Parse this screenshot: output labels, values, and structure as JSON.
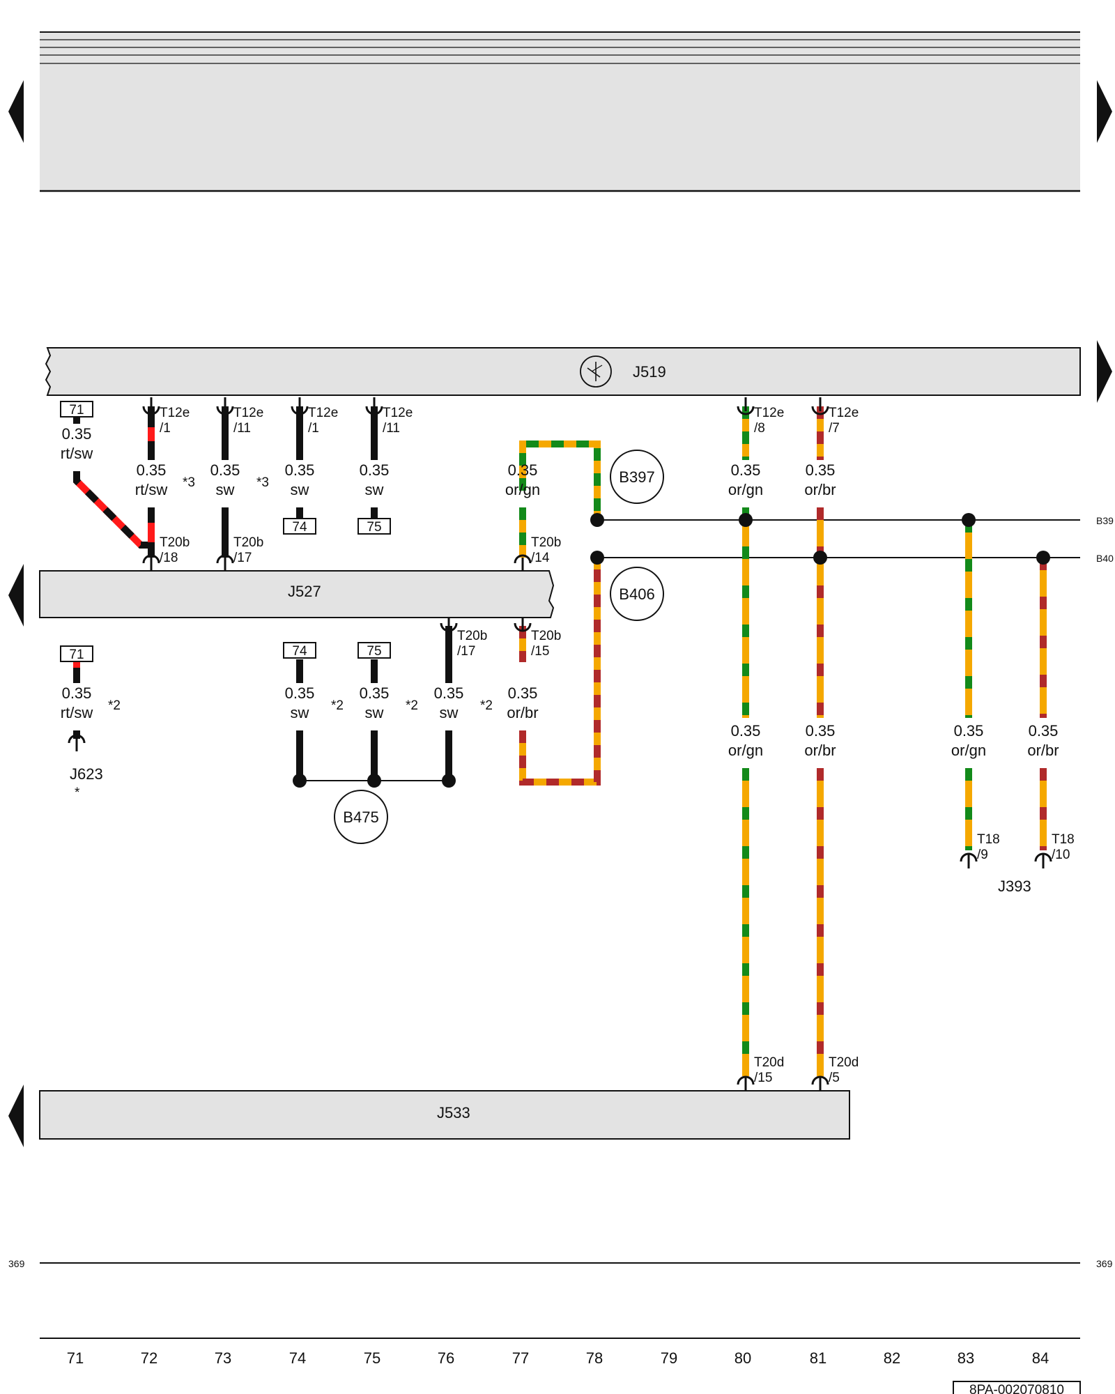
{
  "components": {
    "j519": "J519",
    "j527": "J527",
    "j533": "J533",
    "j623": "J623",
    "j623_note": "*",
    "j393": "J393"
  },
  "ground_points": {
    "b397": "B397",
    "b406": "B406",
    "b475": "B475"
  },
  "bus_refs": {
    "b39": "B39",
    "b40": "B40"
  },
  "track_refs": {
    "left": "369",
    "right": "369"
  },
  "wires": {
    "w71_top": {
      "size": "0.35",
      "color": "rt/sw"
    },
    "w72_top": {
      "size": "0.35",
      "color": "rt/sw"
    },
    "w73_top": {
      "size": "0.35",
      "color": "sw"
    },
    "w74_top": {
      "size": "0.35",
      "color": "sw"
    },
    "w75_top": {
      "size": "0.35",
      "color": "sw"
    },
    "w77_top": {
      "size": "0.35",
      "color": "or/gn"
    },
    "w80_top": {
      "size": "0.35",
      "color": "or/gn"
    },
    "w81_top": {
      "size": "0.35",
      "color": "or/br"
    },
    "w71_bot": {
      "size": "0.35",
      "color": "rt/sw"
    },
    "w74_bot": {
      "size": "0.35",
      "color": "sw"
    },
    "w75_bot": {
      "size": "0.35",
      "color": "sw"
    },
    "w76_bot": {
      "size": "0.35",
      "color": "sw"
    },
    "w77_bot": {
      "size": "0.35",
      "color": "or/br"
    },
    "w80_mid": {
      "size": "0.35",
      "color": "or/gn"
    },
    "w81_mid": {
      "size": "0.35",
      "color": "or/br"
    },
    "w83_mid": {
      "size": "0.35",
      "color": "or/gn"
    },
    "w84_mid": {
      "size": "0.35",
      "color": "or/br"
    }
  },
  "connectors": {
    "t12e_1_a": {
      "name": "T12e",
      "pin": "/1"
    },
    "t12e_11_a": {
      "name": "T12e",
      "pin": "/11"
    },
    "t12e_1_b": {
      "name": "T12e",
      "pin": "/1"
    },
    "t12e_11_b": {
      "name": "T12e",
      "pin": "/11"
    },
    "t12e_8": {
      "name": "T12e",
      "pin": "/8"
    },
    "t12e_7": {
      "name": "T12e",
      "pin": "/7"
    },
    "t20b_18": {
      "name": "T20b",
      "pin": "/18"
    },
    "t20b_17_a": {
      "name": "T20b",
      "pin": "/17"
    },
    "t20b_14": {
      "name": "T20b",
      "pin": "/14"
    },
    "t20b_17_b": {
      "name": "T20b",
      "pin": "/17"
    },
    "t20b_15": {
      "name": "T20b",
      "pin": "/15"
    },
    "t18_9": {
      "name": "T18",
      "pin": "/9"
    },
    "t18_10": {
      "name": "T18",
      "pin": "/10"
    },
    "t20d_15": {
      "name": "T20d",
      "pin": "/15"
    },
    "t20d_5": {
      "name": "T20d",
      "pin": "/5"
    }
  },
  "notes": {
    "n3_a": "*3",
    "n3_b": "*3",
    "n2_a": "*2",
    "n2_b": "*2",
    "n2_c": "*2",
    "n2_d": "*2"
  },
  "xrefs": {
    "r71_top": "71",
    "r71_bot": "71",
    "r74_top": "74",
    "r75_top": "75",
    "r74_bot": "74",
    "r75_bot": "75"
  },
  "columns": [
    "71",
    "72",
    "73",
    "74",
    "75",
    "76",
    "77",
    "78",
    "79",
    "80",
    "81",
    "82",
    "83",
    "84"
  ],
  "doc_code": "8PA-002070810",
  "colors": {
    "red": "#ff1a1a",
    "black": "#111111",
    "orange": "#f5a800",
    "green": "#138a1a",
    "brown": "#b02a2a",
    "panel": "#e3e3e3"
  }
}
